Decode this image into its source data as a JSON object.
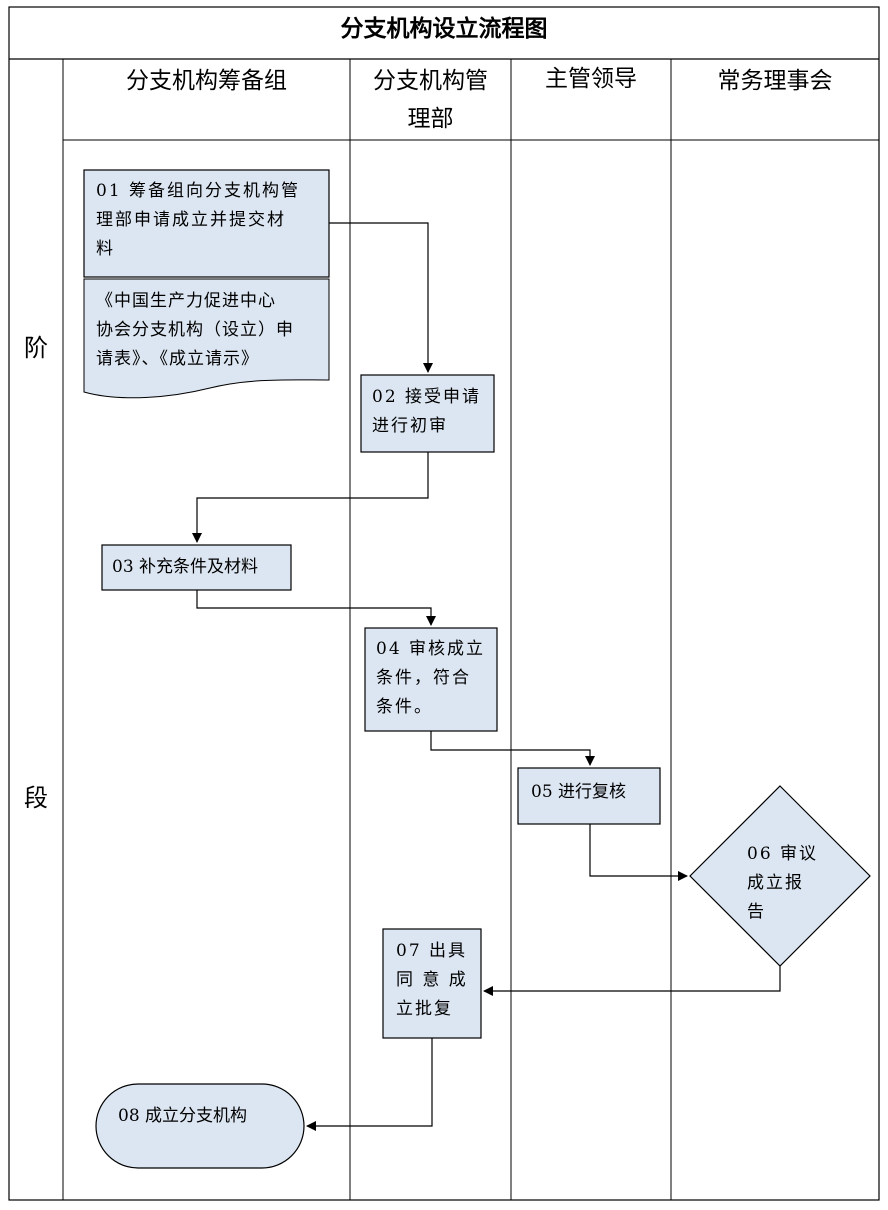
{
  "title": "分支机构设立流程图",
  "phase_label": [
    "阶",
    "段"
  ],
  "lanes": [
    "分支机构筹备组",
    "分支机构管理部",
    "主管领导",
    "常务理事会"
  ],
  "lane_header_lines": {
    "lane2": [
      "分支机构管",
      "理部"
    ]
  },
  "nodes": {
    "n01": "01 筹备组向分支机构管\n理部申请成立并提交材\n料",
    "doc": "《中国生产力促进中心\n协会分支机构（设立）申\n请表》、《成立请示》",
    "n02": "02 接受申请\n进行初审",
    "n03": "03 补充条件及材料",
    "n04": "04 审核成立\n条件，符合\n条件。",
    "n05": "05 进行复核",
    "n06": "06 审议\n成立报\n告",
    "n07": "07 出具\n同 意 成\n立批复",
    "n08": "08 成立分支机构"
  },
  "colors": {
    "node_fill": "#dce6f2",
    "line": "#000000"
  }
}
